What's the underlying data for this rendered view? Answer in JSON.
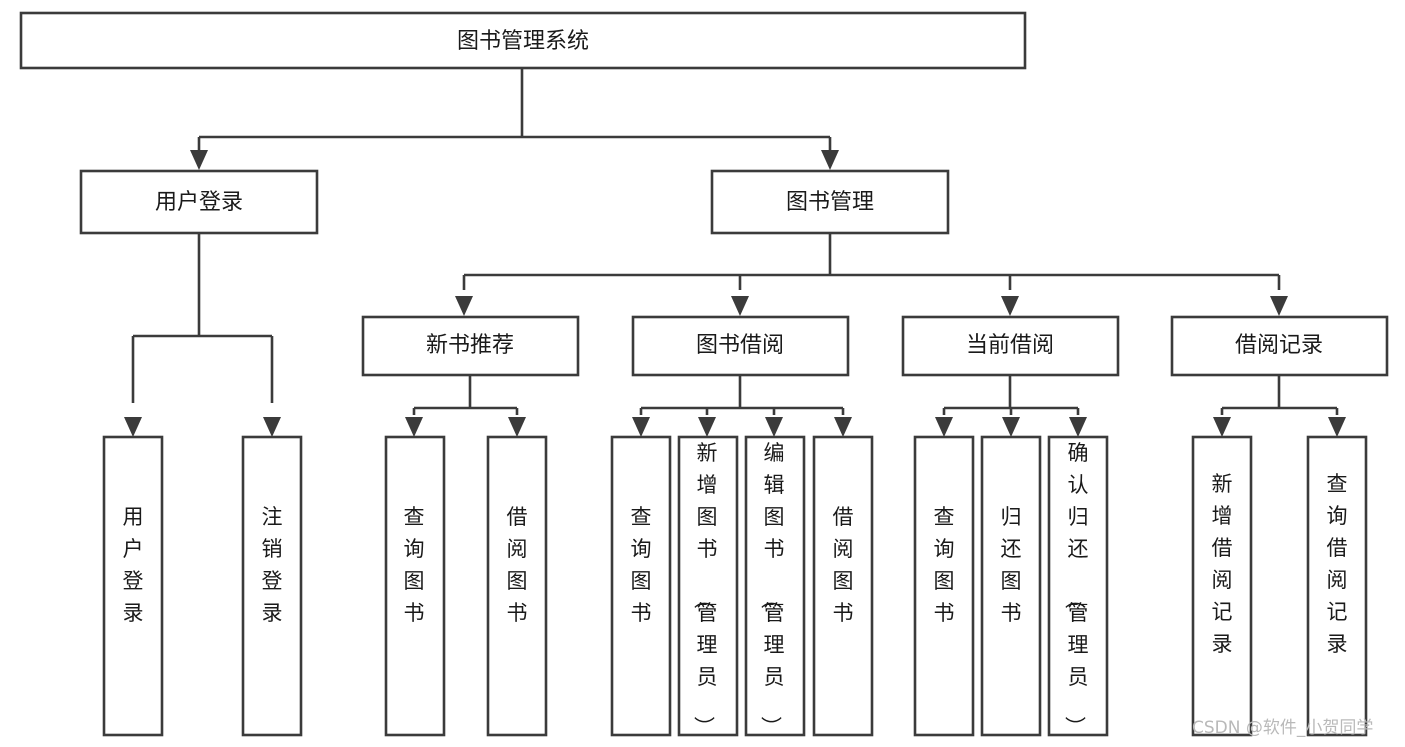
{
  "diagram": {
    "title": "图书管理系统",
    "type": "tree-hierarchy",
    "root": {
      "id": "root",
      "label": "图书管理系统",
      "orientation": "horizontal"
    },
    "level2": [
      {
        "id": "user-login",
        "label": "用户登录",
        "orientation": "horizontal"
      },
      {
        "id": "book-management",
        "label": "图书管理",
        "orientation": "horizontal"
      }
    ],
    "level3": [
      {
        "id": "new-book-recommend",
        "label": "新书推荐",
        "parent": "book-management",
        "orientation": "horizontal"
      },
      {
        "id": "book-borrow",
        "label": "图书借阅",
        "parent": "book-management",
        "orientation": "horizontal"
      },
      {
        "id": "current-borrow",
        "label": "当前借阅",
        "parent": "book-management",
        "orientation": "horizontal"
      },
      {
        "id": "borrow-record",
        "label": "借阅记录",
        "parent": "book-management",
        "orientation": "horizontal"
      }
    ],
    "leaves": [
      {
        "id": "leaf-user-login",
        "label": "用户登录",
        "parent": "user-login",
        "orientation": "vertical"
      },
      {
        "id": "leaf-logout",
        "label": "注销登录",
        "parent": "user-login",
        "orientation": "vertical"
      },
      {
        "id": "leaf-query-book-1",
        "label": "查询图书",
        "parent": "new-book-recommend",
        "orientation": "vertical"
      },
      {
        "id": "leaf-borrow-book-1",
        "label": "借阅图书",
        "parent": "new-book-recommend",
        "orientation": "vertical"
      },
      {
        "id": "leaf-query-book-2",
        "label": "查询图书",
        "parent": "book-borrow",
        "orientation": "vertical"
      },
      {
        "id": "leaf-add-book",
        "label": "新增图书（管理员）",
        "parent": "book-borrow",
        "orientation": "vertical"
      },
      {
        "id": "leaf-edit-book",
        "label": "编辑图书（管理员）",
        "parent": "book-borrow",
        "orientation": "vertical"
      },
      {
        "id": "leaf-borrow-book-2",
        "label": "借阅图书",
        "parent": "book-borrow",
        "orientation": "vertical"
      },
      {
        "id": "leaf-query-book-3",
        "label": "查询图书",
        "parent": "current-borrow",
        "orientation": "vertical"
      },
      {
        "id": "leaf-return-book",
        "label": "归还图书",
        "parent": "current-borrow",
        "orientation": "vertical"
      },
      {
        "id": "leaf-confirm-return",
        "label": "确认归还（管理员）",
        "parent": "current-borrow",
        "orientation": "vertical"
      },
      {
        "id": "leaf-add-record",
        "label": "新增借阅记录",
        "parent": "borrow-record",
        "orientation": "vertical"
      },
      {
        "id": "leaf-query-record",
        "label": "查询借阅记录",
        "parent": "borrow-record",
        "orientation": "vertical"
      }
    ],
    "colors": {
      "background": "#ffffff",
      "box_fill": "#ffffff",
      "box_stroke": "#3b3b3b",
      "text": "#1a1a1a",
      "watermark": "#b9b9b9"
    }
  },
  "watermark": {
    "text": "CSDN @软件_小贺同学"
  }
}
